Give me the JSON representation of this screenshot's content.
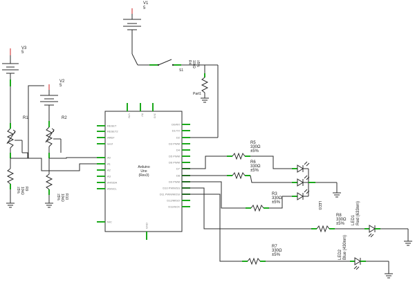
{
  "sources": {
    "v1": {
      "name": "V1",
      "value": "5"
    },
    "v2": {
      "name": "V2",
      "value": "5"
    },
    "v3": {
      "name": "V3",
      "value": "5"
    }
  },
  "arduino": {
    "line1": "Arduino",
    "line2": "Uno",
    "line3": "(Rev3)"
  },
  "switch": {
    "name": "S1"
  },
  "part": {
    "name": "Part1"
  },
  "resistors": {
    "r1": {
      "name": "R1"
    },
    "r2": {
      "name": "R2"
    },
    "r3": {
      "name": "R3",
      "value": "330Ω",
      "tol": "±5%"
    },
    "r4": {
      "name": "R4",
      "value": "10kΩ",
      "tol": "±5%"
    },
    "r5": {
      "name": "R5",
      "value": "330Ω",
      "tol": "±5%"
    },
    "r6": {
      "name": "R6",
      "value": "330Ω",
      "tol": "±5%"
    },
    "r7": {
      "name": "R7",
      "value": "330Ω",
      "tol": "±5%"
    },
    "r8": {
      "name": "R8",
      "value": "330Ω",
      "tol": "±5%"
    },
    "r9": {
      "name": "R9",
      "value": "10kΩ",
      "tol": "±5%"
    },
    "r10": {
      "name": "R10",
      "value": "10kΩ",
      "tol": "±5%"
    }
  },
  "leds": {
    "led1": {
      "name": "LED1",
      "desc": "Red (633nm)"
    },
    "led2": {
      "name": "LED2",
      "desc": "Blue (430nm)"
    },
    "led3": {
      "name": "LED3"
    }
  },
  "left_pins": [
    "RESET",
    "RESET2",
    "AREF",
    "ioref",
    "A0",
    "A1",
    "A2",
    "A3",
    "A4/SDA",
    "A5/SCL",
    "N/C"
  ],
  "right_pins": [
    "D0/RX",
    "D1/TX",
    "D2",
    "D3 PWM",
    "D4",
    "D5 PWM",
    "D6 PWM",
    "D7",
    "D8",
    "D9 PWM",
    "D10 PWM/SS",
    "D11 PWM/MOSI",
    "D12/MISO",
    "D13/SCK"
  ],
  "top_pins": [
    "VIN",
    "5V",
    "3V3"
  ],
  "bottom_pins": [
    "GND"
  ]
}
